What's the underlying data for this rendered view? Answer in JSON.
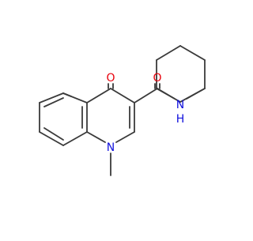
{
  "molecule": {
    "atoms": {
      "oxygen": "O",
      "amide_nitrogen": "N",
      "amide_hydrogen": "H",
      "ring_nitrogen": "N"
    }
  },
  "colors": {
    "bond": "#3a3a3a",
    "oxygen": "#e8000b",
    "nitrogen": "#1010dd"
  }
}
